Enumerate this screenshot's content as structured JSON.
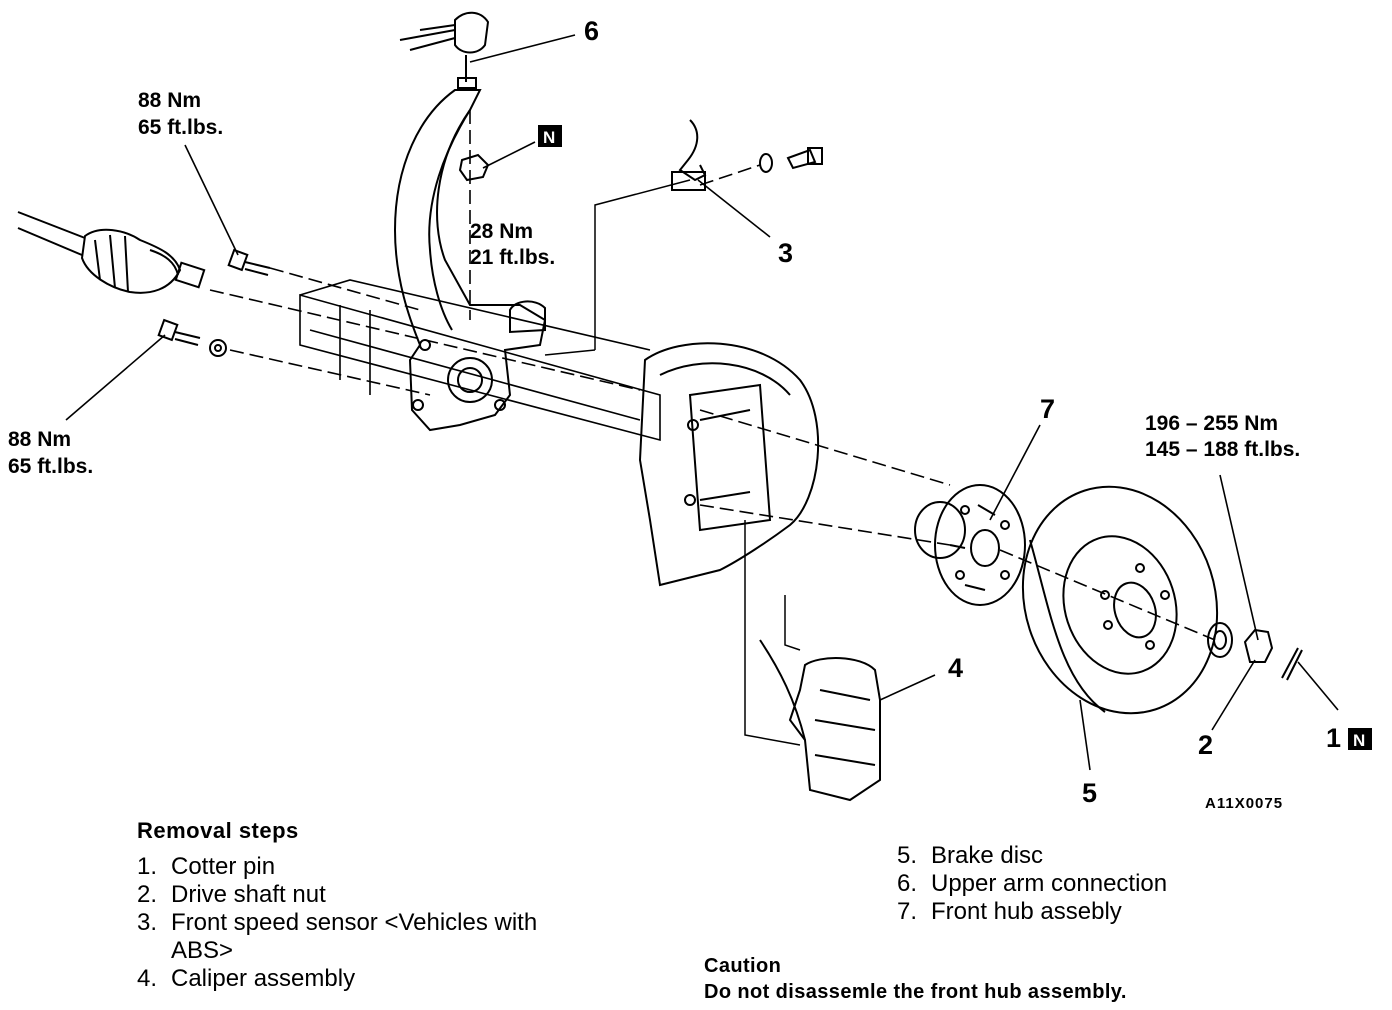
{
  "callouts": {
    "c1": "1",
    "c2": "2",
    "c3": "3",
    "c4": "4",
    "c5": "5",
    "c6": "6",
    "c7": "7",
    "n_badge": "N"
  },
  "torques": {
    "upper_left_nm": "88 Nm",
    "upper_left_ft": "65 ft.lbs.",
    "lower_left_nm": "88 Nm",
    "lower_left_ft": "65 ft.lbs.",
    "arm_nut_nm": "28 Nm",
    "arm_nut_ft": "21 ft.lbs.",
    "hub_nut_nm": "196 – 255 Nm",
    "hub_nut_ft": "145 – 188 ft.lbs."
  },
  "figure_code": "A11X0075",
  "removal_steps": {
    "heading": "Removal steps",
    "items": [
      {
        "num": "1.",
        "text": "Cotter pin"
      },
      {
        "num": "2.",
        "text": "Drive shaft nut"
      },
      {
        "num": "3.",
        "text": "Front speed sensor <Vehicles with\nABS>"
      },
      {
        "num": "4.",
        "text": "Caliper assembly"
      },
      {
        "num": "5.",
        "text": "Brake disc"
      },
      {
        "num": "6.",
        "text": "Upper arm connection"
      },
      {
        "num": "7.",
        "text": "Front hub assebly"
      }
    ]
  },
  "caution": {
    "heading": "Caution",
    "text": "Do not disassemle the front hub assembly."
  }
}
